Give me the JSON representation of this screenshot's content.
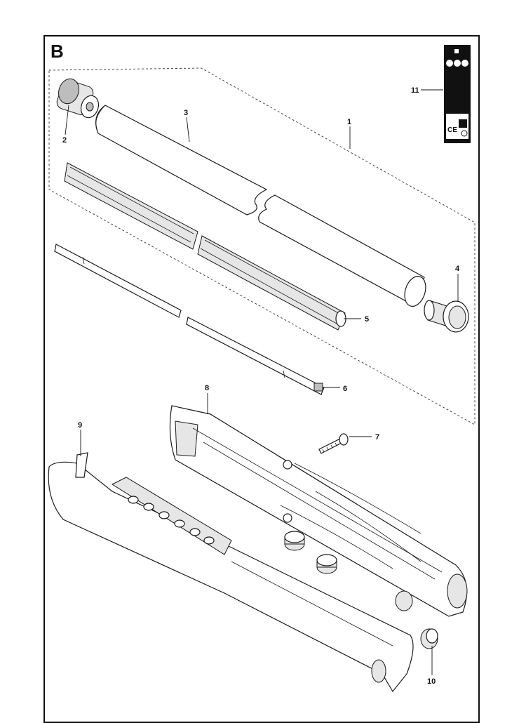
{
  "diagram": {
    "section_letter": "B",
    "callouts": [
      {
        "id": "1",
        "label": "1"
      },
      {
        "id": "2",
        "label": "2"
      },
      {
        "id": "3",
        "label": "3"
      },
      {
        "id": "4",
        "label": "4"
      },
      {
        "id": "5",
        "label": "5"
      },
      {
        "id": "6",
        "label": "6"
      },
      {
        "id": "7",
        "label": "7"
      },
      {
        "id": "8",
        "label": "8"
      },
      {
        "id": "9",
        "label": "9"
      },
      {
        "id": "10",
        "label": "10"
      },
      {
        "id": "11",
        "label": "11"
      }
    ],
    "decal": {
      "ce_mark": "CE"
    }
  }
}
